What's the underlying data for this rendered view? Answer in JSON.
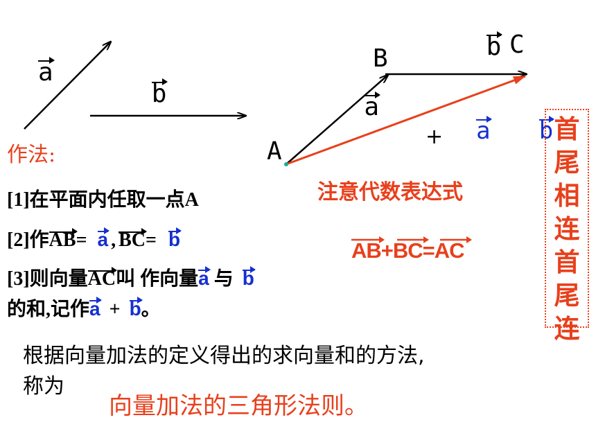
{
  "labels": {
    "vec_a": "a",
    "vec_b": "b",
    "point_A": "A",
    "point_B": "B",
    "point_C": "C",
    "sum_a": "a",
    "sum_plus": "+",
    "sum_b": "b"
  },
  "method_title": "作法:",
  "note": "注意代数表达式",
  "formula": "AB+BC=AC",
  "steps": {
    "s1": "[1]在平面内任取一点A",
    "s2_prefix": "[2]作",
    "s2_ab": "AB",
    "s2_eq1": "=",
    "s2_a": "a",
    "s2_comma": ",",
    "s2_bc": "BC",
    "s2_eq2": "=",
    "s2_b": "b",
    "s3_prefix": "[3]则向量",
    "s3_ac": "AC",
    "s3_mid": "叫 作向量",
    "s3_a": "a",
    "s3_and": "与",
    "s3_b": "b",
    "s4_prefix": "的和,记作",
    "s4_a": "a",
    "s4_plus": "+",
    "s4_b": "b",
    "s4_end": "。"
  },
  "conclusion": {
    "line1": "根据向量加法的定义得出的求向量和的方法,",
    "line2": "称为",
    "rule": "向量加法的三角形法则。"
  },
  "side_note": "首尾相连首尾连",
  "colors": {
    "red": "#e8401c",
    "blue": "#1530d0",
    "black": "#000000"
  }
}
